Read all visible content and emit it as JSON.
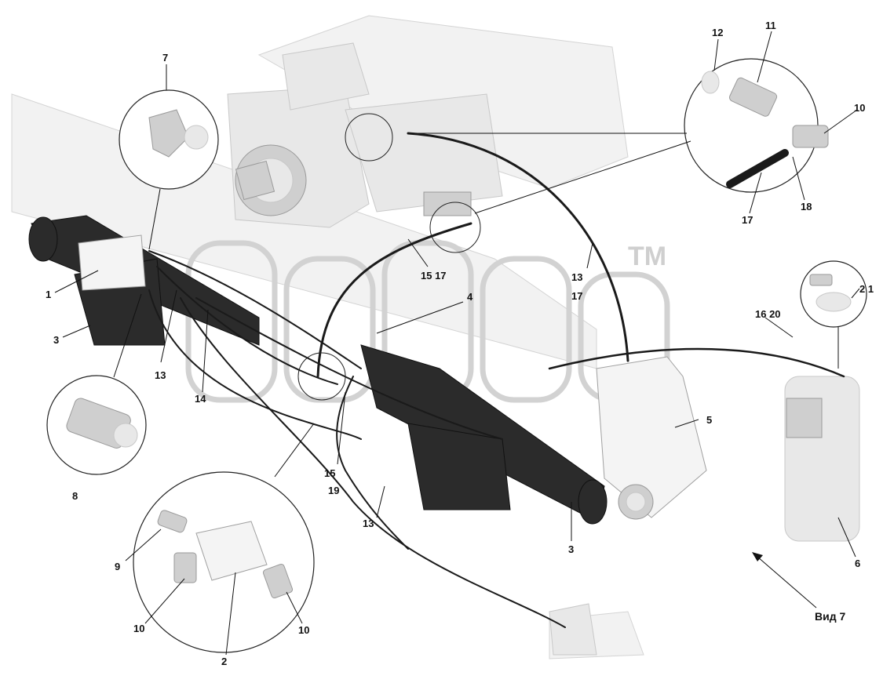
{
  "watermark": {
    "tm": "TM"
  },
  "view_label": "Вид 7",
  "callouts": [
    {
      "id": "c1",
      "text": "1"
    },
    {
      "id": "c2",
      "text": "2"
    },
    {
      "id": "c3a",
      "text": "3"
    },
    {
      "id": "c3b",
      "text": "3"
    },
    {
      "id": "c4",
      "text": "4"
    },
    {
      "id": "c5",
      "text": "5"
    },
    {
      "id": "c6",
      "text": "6"
    },
    {
      "id": "c7",
      "text": "7"
    },
    {
      "id": "c8",
      "text": "8"
    },
    {
      "id": "c9",
      "text": "9"
    },
    {
      "id": "c10a",
      "text": "10"
    },
    {
      "id": "c10b",
      "text": "10"
    },
    {
      "id": "c10c",
      "text": "10"
    },
    {
      "id": "c11",
      "text": "11"
    },
    {
      "id": "c12",
      "text": "12"
    },
    {
      "id": "c13a",
      "text": "13"
    },
    {
      "id": "c13b",
      "text": "13"
    },
    {
      "id": "c13c",
      "text": "13"
    },
    {
      "id": "c14",
      "text": "14"
    },
    {
      "id": "c1517",
      "text": "15 17"
    },
    {
      "id": "c15",
      "text": "15"
    },
    {
      "id": "c1620",
      "text": "16  20"
    },
    {
      "id": "c17a",
      "text": "17"
    },
    {
      "id": "c17b",
      "text": "17"
    },
    {
      "id": "c18",
      "text": "18"
    },
    {
      "id": "c19",
      "text": "19"
    },
    {
      "id": "c21",
      "text": "2 1"
    }
  ],
  "colors": {
    "hose": "#1a1a1a",
    "part_light": "#e8e8e8",
    "part_dark": "#2b2b2b",
    "line": "#111111"
  }
}
